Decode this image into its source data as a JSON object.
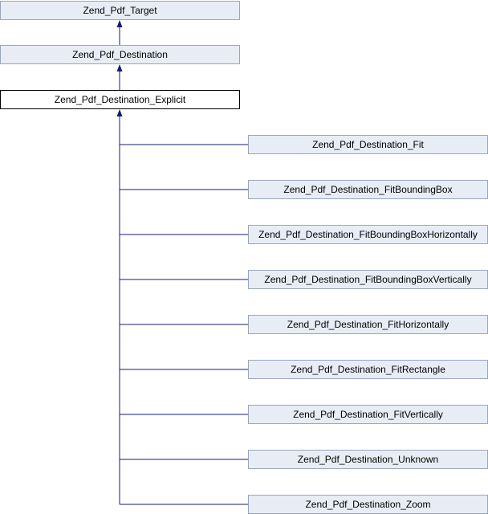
{
  "diagram": {
    "colors": {
      "edge": "#191970",
      "node_fill": "#e8edf5",
      "node_border": "#9aa5bd",
      "current_border": "#000000"
    },
    "ancestors": [
      {
        "label": "Zend_Pdf_Target"
      },
      {
        "label": "Zend_Pdf_Destination"
      }
    ],
    "current": {
      "label": "Zend_Pdf_Destination_Explicit"
    },
    "children": [
      {
        "label": "Zend_Pdf_Destination_Fit"
      },
      {
        "label": "Zend_Pdf_Destination_FitBoundingBox"
      },
      {
        "label": "Zend_Pdf_Destination_FitBoundingBoxHorizontally"
      },
      {
        "label": "Zend_Pdf_Destination_FitBoundingBoxVertically"
      },
      {
        "label": "Zend_Pdf_Destination_FitHorizontally"
      },
      {
        "label": "Zend_Pdf_Destination_FitRectangle"
      },
      {
        "label": "Zend_Pdf_Destination_FitVertically"
      },
      {
        "label": "Zend_Pdf_Destination_Unknown"
      },
      {
        "label": "Zend_Pdf_Destination_Zoom"
      }
    ]
  }
}
